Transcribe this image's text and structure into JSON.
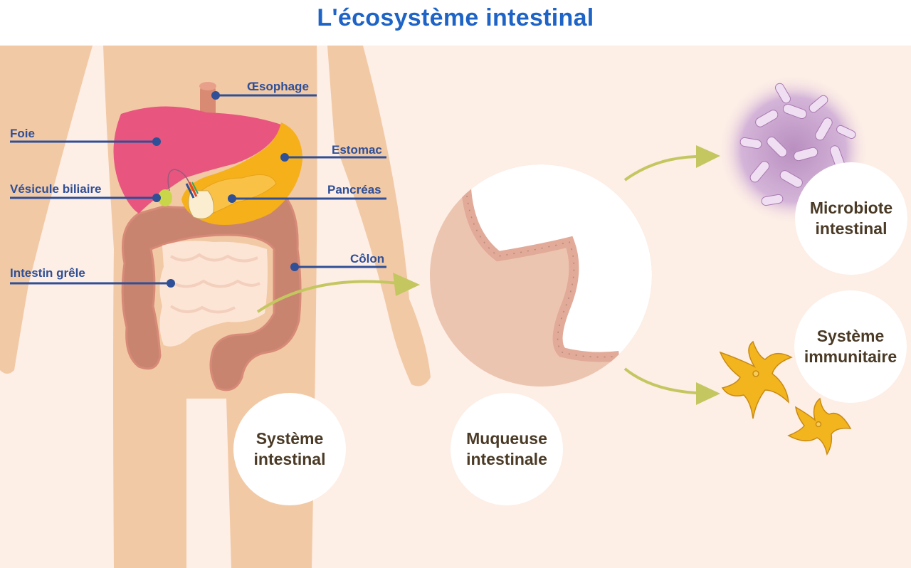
{
  "title": "L'écosystème intestinal",
  "organ_labels": {
    "oesophage": "Œsophage",
    "foie": "Foie",
    "estomac": "Estomac",
    "vesicule": "Vésicule biliaire",
    "pancreas": "Pancréas",
    "intestin_grele": "Intestin grêle",
    "colon": "Côlon"
  },
  "circles": {
    "systeme_intestinal": {
      "line1": "Système",
      "line2": "intestinal"
    },
    "muqueuse": {
      "line1": "Muqueuse",
      "line2": "intestinale"
    },
    "microbiote": {
      "line1": "Microbiote",
      "line2": "intestinal"
    },
    "immunitaire": {
      "line1": "Système",
      "line2": "immunitaire"
    }
  },
  "colors": {
    "title": "#1e63c6",
    "label": "#2f4f96",
    "background": "#fdeee6",
    "skin": "#f2c9a5",
    "liver": "#e85680",
    "stomach": "#f5b01a",
    "colon": "#c98470",
    "small_intestine": "#fde5d6",
    "arrow": "#c4c760",
    "immune_cell": "#f3b51e",
    "microbiota": "#c9a4cf"
  },
  "icons": [
    "liver-icon",
    "stomach-icon",
    "colon-icon",
    "bacteria-cluster-icon",
    "immune-cell-icon",
    "arrow-icon"
  ]
}
